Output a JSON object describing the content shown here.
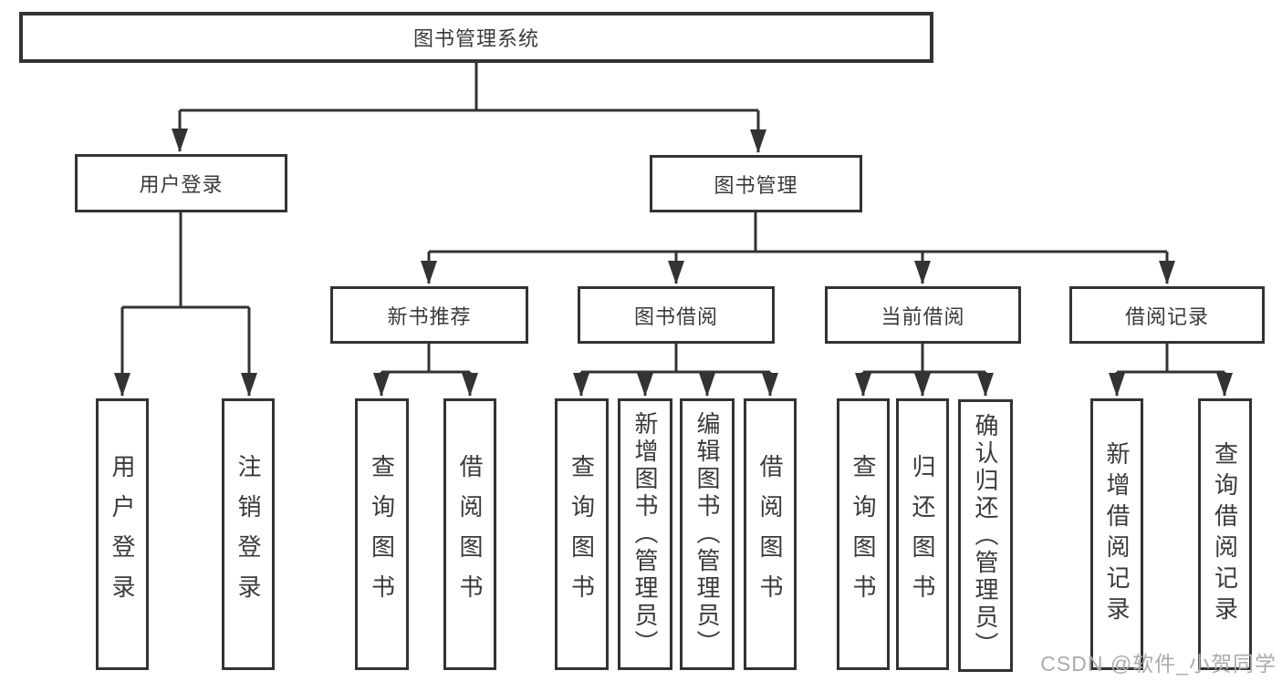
{
  "diagram": {
    "root": {
      "label": "图书管理系统"
    },
    "branches": [
      {
        "label": "用户登录",
        "children": [
          {
            "label": "用户登录"
          },
          {
            "label": "注销登录"
          }
        ]
      },
      {
        "label": "图书管理",
        "children": [
          {
            "label": "新书推荐",
            "children": [
              {
                "label": "查询图书"
              },
              {
                "label": "借阅图书"
              }
            ]
          },
          {
            "label": "图书借阅",
            "children": [
              {
                "label": "查询图书"
              },
              {
                "label": "新增图书（管理员）"
              },
              {
                "label": "编辑图书（管理员）"
              },
              {
                "label": "借阅图书"
              }
            ]
          },
          {
            "label": "当前借阅",
            "children": [
              {
                "label": "查询图书"
              },
              {
                "label": "归还图书"
              },
              {
                "label": "确认归还（管理员）"
              }
            ]
          },
          {
            "label": "借阅记录",
            "children": [
              {
                "label": "新增借阅记录"
              },
              {
                "label": "查询借阅记录"
              }
            ]
          }
        ]
      }
    ]
  },
  "watermark": {
    "text": "CSDN @软件_小贺同学"
  },
  "colors": {
    "line": "#333333",
    "box_border": "#333333",
    "text": "#3a3a3a",
    "watermark": "#ababab",
    "background": "#ffffff"
  }
}
